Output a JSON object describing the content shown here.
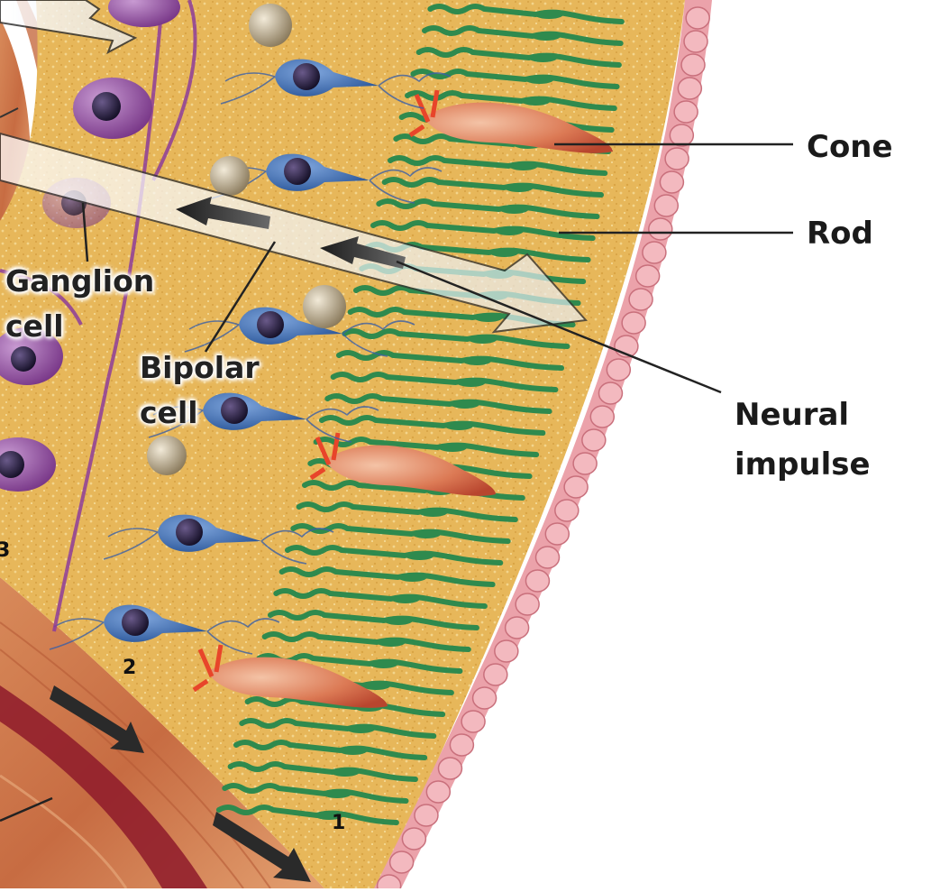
{
  "labels": {
    "cone": "Cone",
    "rod": "Rod",
    "neural_line1": "Neural",
    "neural_line2": "impulse",
    "ganglion_line1": "Ganglion",
    "ganglion_line2": "cell",
    "bipolar_line1": "Bipolar",
    "bipolar_line2": "cell"
  },
  "layer_numbers": {
    "one": "1",
    "two": "2",
    "three": "3"
  },
  "colors": {
    "retina_fill": "#e8b95c",
    "epithelium": "#e9a0a8",
    "rod": "#2f8a4e",
    "cone": "#e07a52",
    "bipolar": "#2d5fa8",
    "ganglion": "#8d3d9a",
    "fiber": "#c9704a"
  }
}
